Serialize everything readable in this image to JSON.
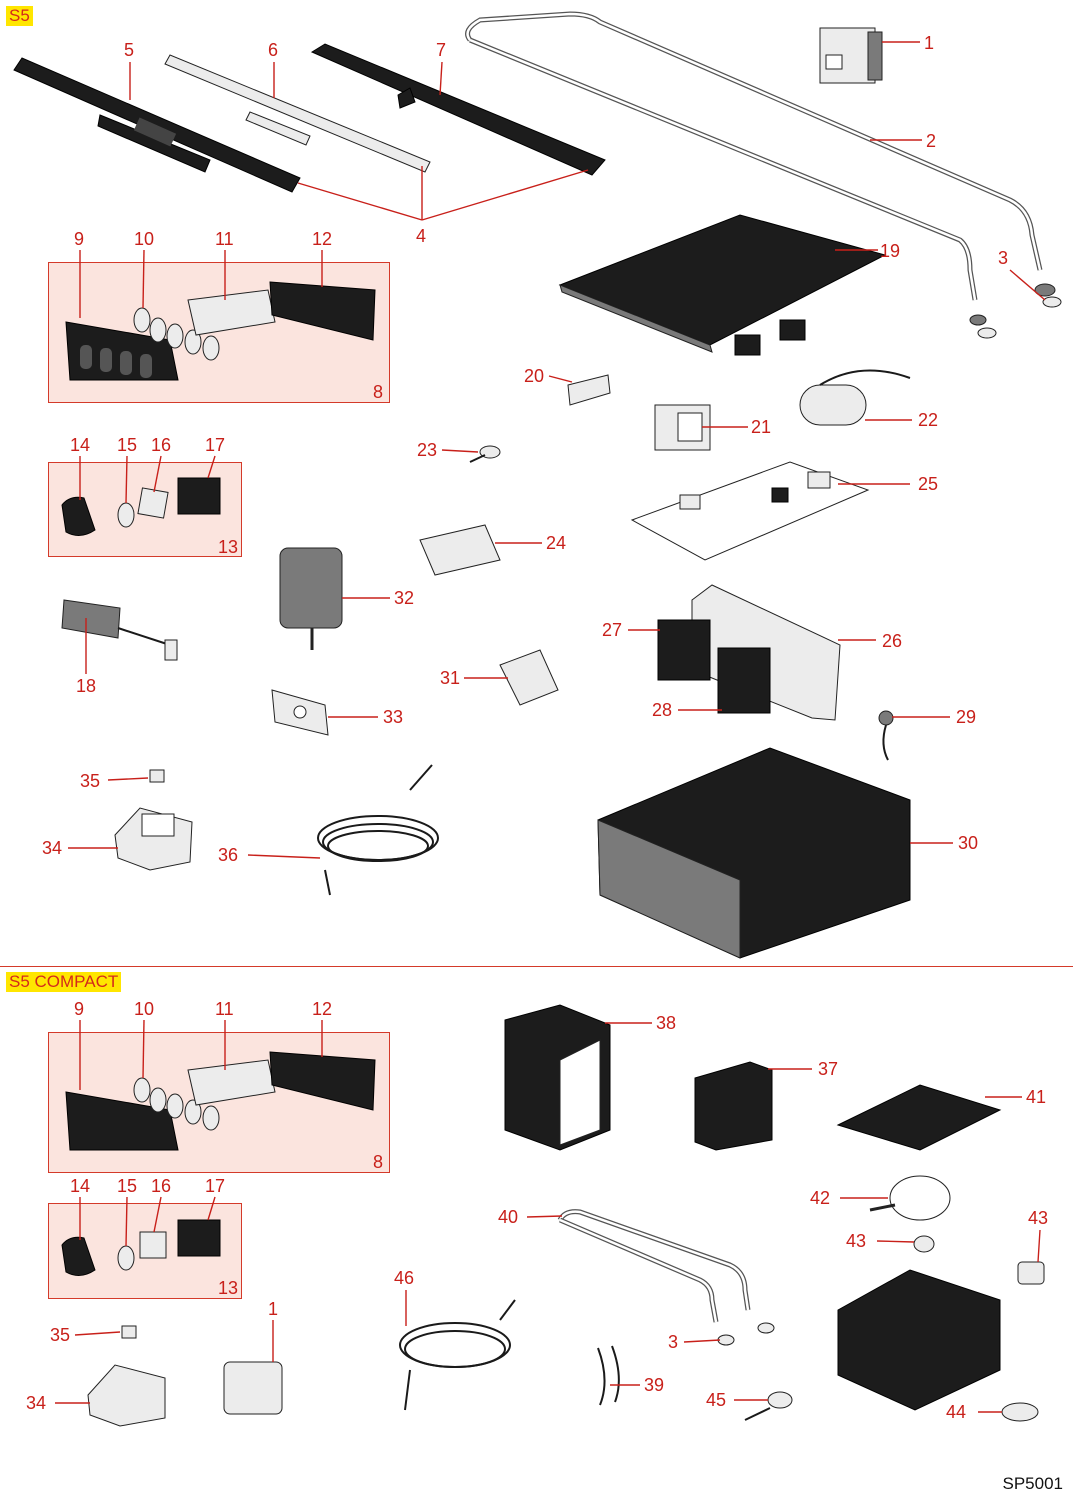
{
  "sections": {
    "s5": "S5",
    "s5_compact": "S5 COMPACT"
  },
  "drawing_code": "SP5001",
  "labels": {
    "p1": "1",
    "p2": "2",
    "p3": "3",
    "p4": "4",
    "p5": "5",
    "p6": "6",
    "p7": "7",
    "p8": "8",
    "p9": "9",
    "p10": "10",
    "p11": "11",
    "p12": "12",
    "p13": "13",
    "p14": "14",
    "p15": "15",
    "p16": "16",
    "p17": "17",
    "p18": "18",
    "p19": "19",
    "p20": "20",
    "p21": "21",
    "p22": "22",
    "p23": "23",
    "p24": "24",
    "p25": "25",
    "p26": "26",
    "p27": "27",
    "p28": "28",
    "p29": "29",
    "p30": "30",
    "p31": "31",
    "p32": "32",
    "p33": "33",
    "p34": "34",
    "p35": "35",
    "p36": "36",
    "c8": "8",
    "c9": "9",
    "c10": "10",
    "c11": "11",
    "c12": "12",
    "c13": "13",
    "c14": "14",
    "c15": "15",
    "c16": "16",
    "c17": "17",
    "c1": "1",
    "c3": "3",
    "c34": "34",
    "c35": "35",
    "c37": "37",
    "c38": "38",
    "c39": "39",
    "c40": "40",
    "c41": "41",
    "c42": "42",
    "c43a": "43",
    "c43b": "43",
    "c44": "44",
    "c45": "45",
    "c46": "46"
  },
  "colors": {
    "leader": "#c8201a",
    "group_fill": "#fbe4de",
    "tag_fill": "#ffe600"
  }
}
